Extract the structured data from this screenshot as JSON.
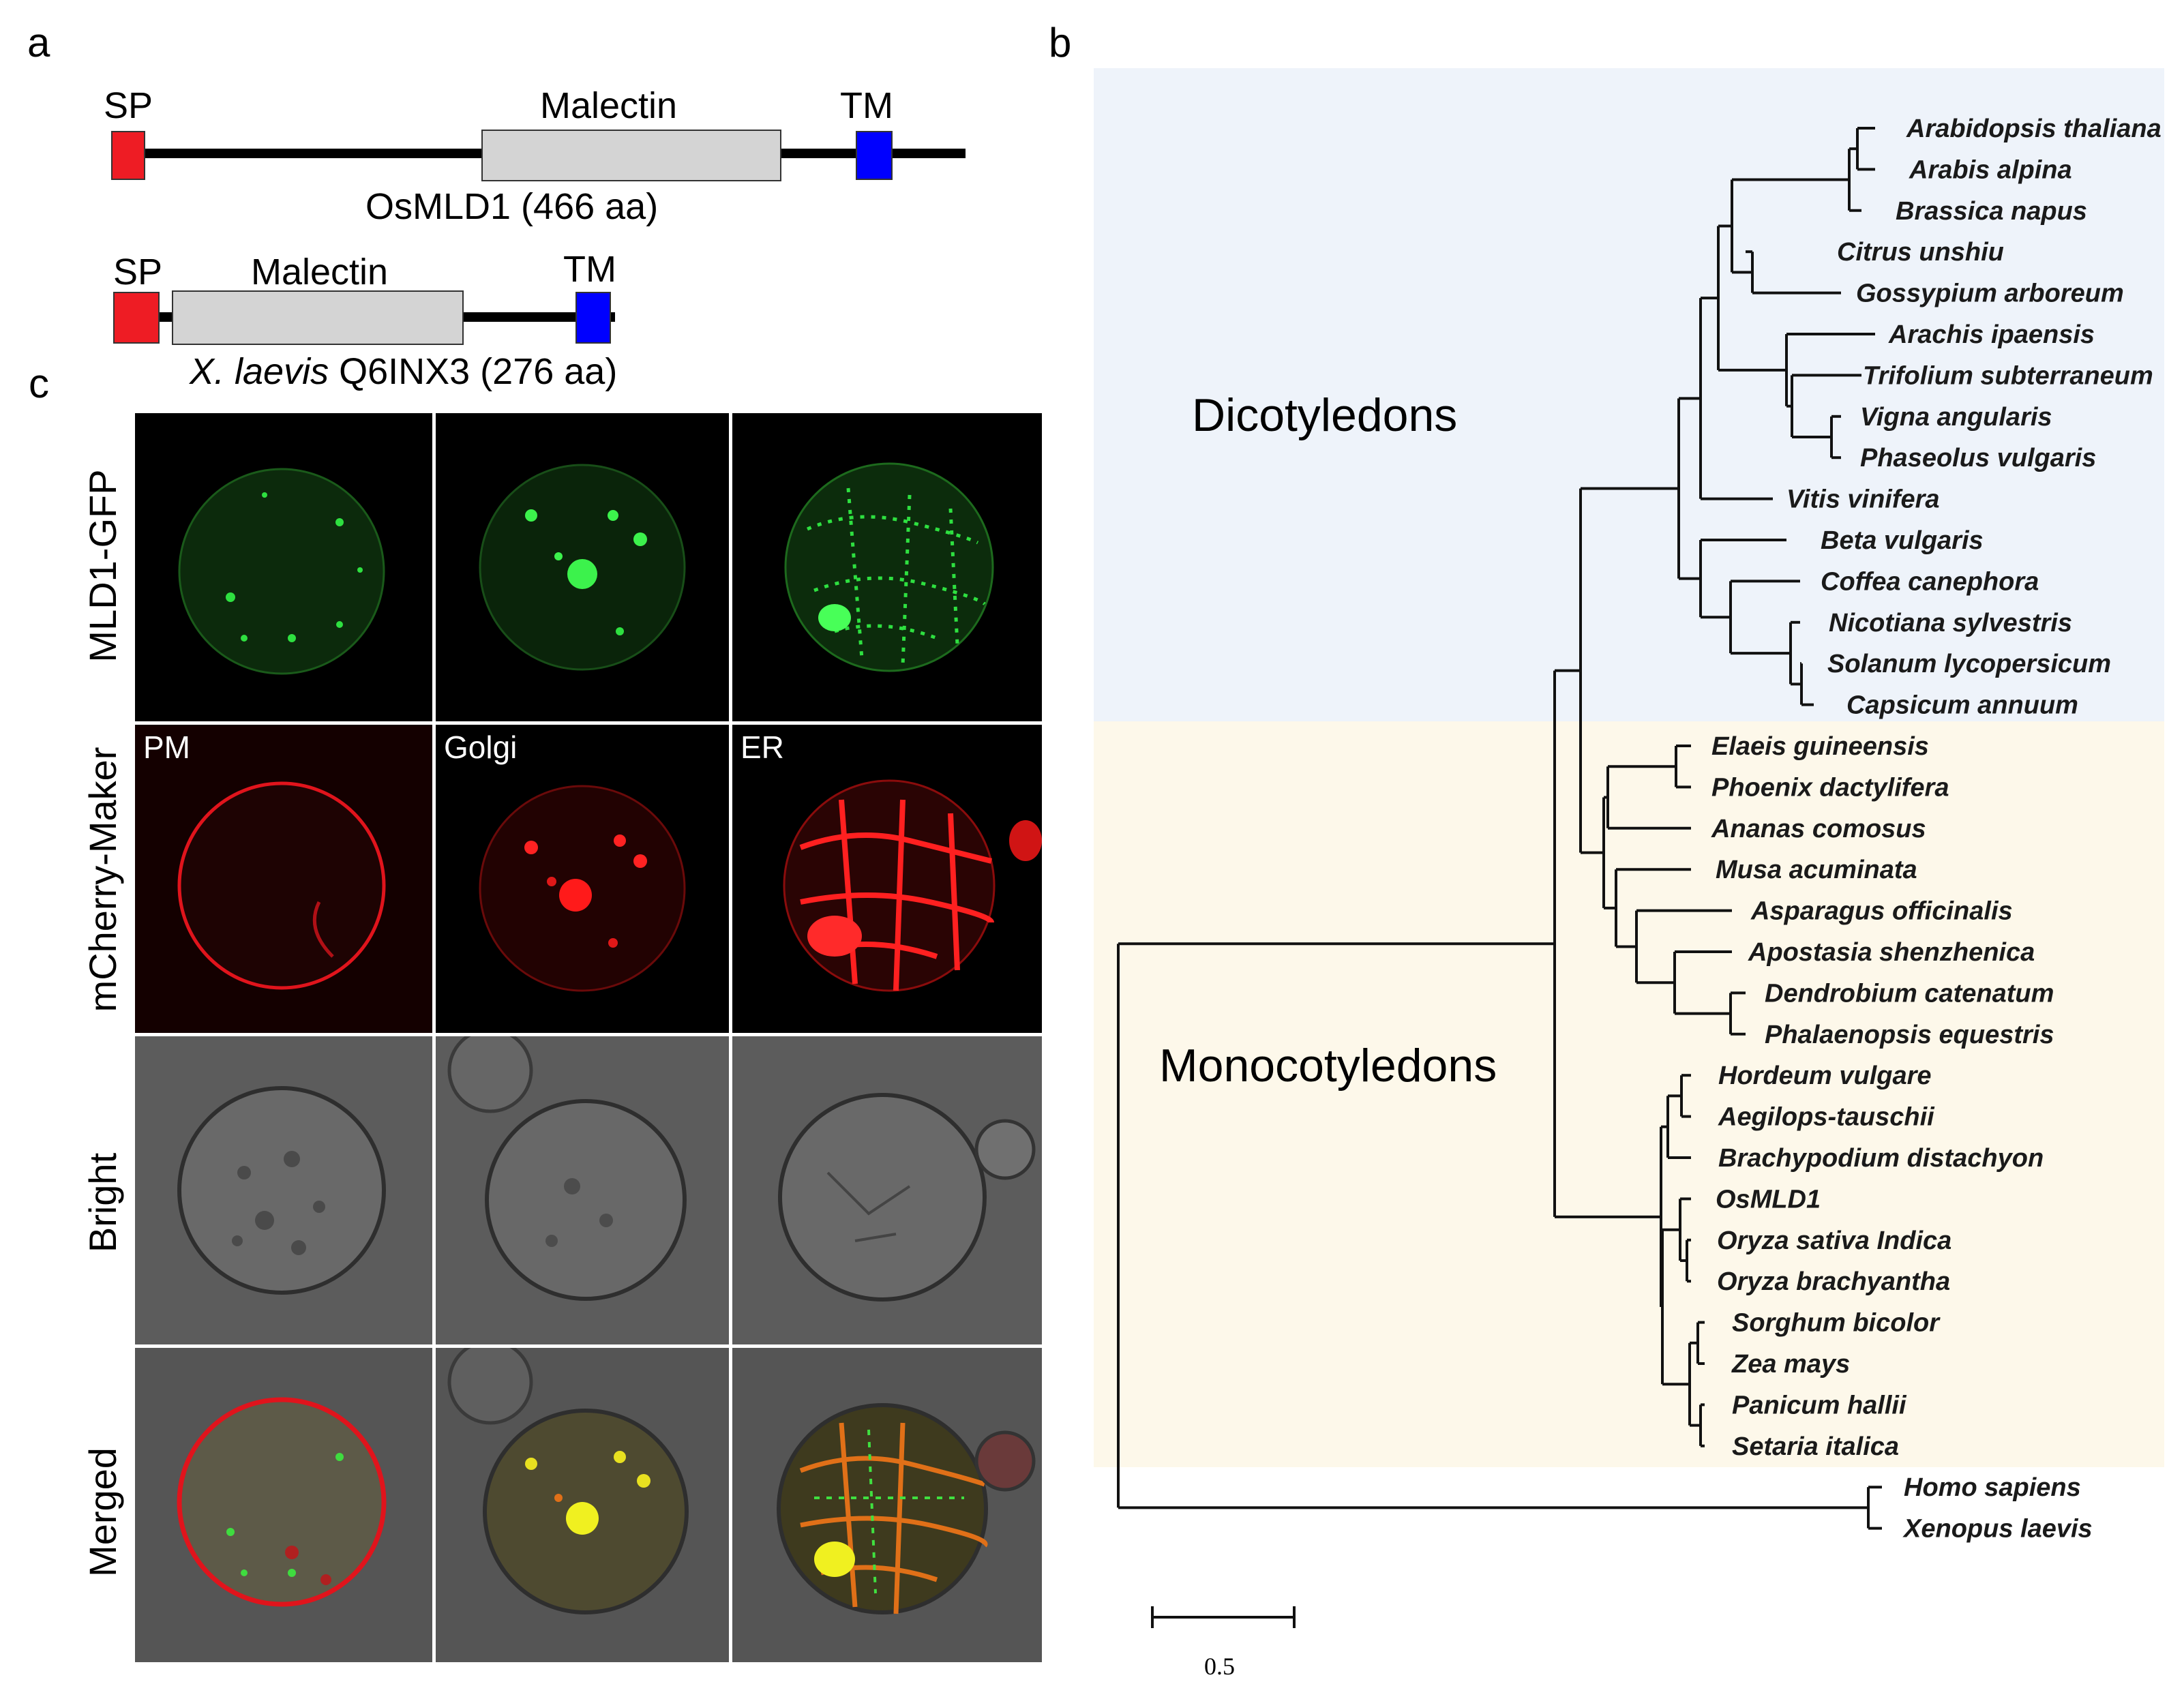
{
  "panels": {
    "a": "a",
    "b": "b",
    "c": "c"
  },
  "domains": {
    "protein1": {
      "sp": "SP",
      "malectin": "Malectin",
      "tm": "TM",
      "name": "OsMLD1 (466 aa)"
    },
    "protein2": {
      "sp": "SP",
      "malectin": "Malectin",
      "tm": "TM",
      "name_italic": "X. laevis",
      "name_rest": " Q6INX3 (276 aa)"
    },
    "colors": {
      "sp": "#ee1c24",
      "malectin": "#d4d4d4",
      "tm": "#0000ff"
    }
  },
  "microscopy": {
    "rows": [
      "MLD1-GFP",
      "mCherry-Maker",
      "Bright",
      "Merged"
    ],
    "columns": [
      "PM",
      "Golgi",
      "ER"
    ],
    "colors": {
      "gfp": "#22dd33",
      "mcherry": "#ff1a1a",
      "bright_bg": "#5c5c5c",
      "divider": "#ffffff"
    }
  },
  "tree": {
    "clades": {
      "dicots": "Dicotyledons",
      "monocots": "Monocotyledons"
    },
    "clade_colors": {
      "dicots": "#eef3fa",
      "monocots": "#fdf8ea"
    },
    "taxa": [
      "Arabidopsis thaliana",
      "Arabis alpina",
      "Brassica napus",
      "Citrus unshiu",
      "Gossypium arboreum",
      "Arachis ipaensis",
      "Trifolium subterraneum",
      "Vigna angularis",
      "Phaseolus vulgaris",
      "Vitis vinifera",
      "Beta vulgaris",
      "Coffea canephora",
      "Nicotiana sylvestris",
      "Solanum lycopersicum",
      "Capsicum annuum",
      "Elaeis guineensis",
      "Phoenix dactylifera",
      "Ananas comosus",
      "Musa acuminata",
      "Asparagus officinalis",
      "Apostasia shenzhenica",
      "Dendrobium catenatum",
      "Phalaenopsis equestris",
      "Hordeum vulgare",
      "Aegilops-tauschii",
      "Brachypodium distachyon",
      "OsMLD1",
      "Oryza sativa Indica",
      "Oryza brachyantha",
      "Sorghum bicolor",
      "Zea mays",
      "Panicum hallii",
      "Setaria italica",
      "Homo sapiens",
      "Xenopus laevis"
    ],
    "scale_label": "0.5"
  }
}
